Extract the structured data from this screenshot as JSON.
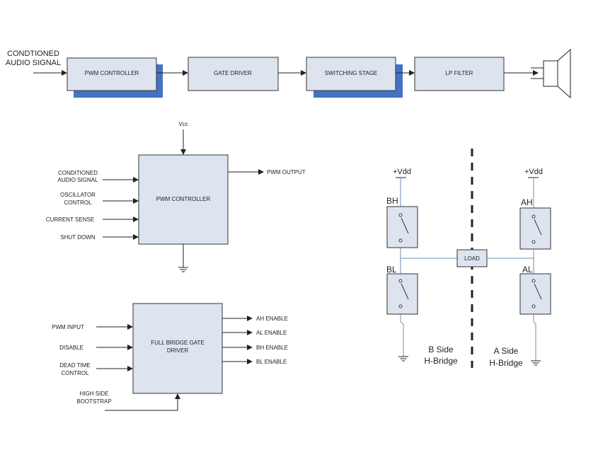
{
  "colors": {
    "block_fill": "#dde4f0",
    "block_stroke": "#333333",
    "shadow": "#4472c4",
    "line": "#222222",
    "wire": "#6f8fb0"
  },
  "signal_chain": {
    "input_label_line1": "CONDTIONED",
    "input_label_line2": "AUDIO SIGNAL",
    "blocks": [
      "PWM CONTROLLER",
      "GATE DRIVER",
      "SWITCHING STAGE",
      "LP FILTER"
    ],
    "output_icon": "speaker-icon"
  },
  "pwm_controller": {
    "title": "PWM CONTROLLER",
    "supply": "Vcc",
    "inputs": [
      [
        "CONDITIONED",
        "AUDIO SIGNAL"
      ],
      [
        "OSCILLATOR",
        "CONTROL"
      ],
      [
        "CURRENT SENSE"
      ],
      [
        "SHUT DOWN"
      ]
    ],
    "output": "PWM OUTPUT",
    "ground_icon": "ground-icon"
  },
  "gate_driver": {
    "title_line1": "FULL BRIDGE GATE",
    "title_line2": "DRIVER",
    "inputs": [
      [
        "PWM INPUT"
      ],
      [
        "DISABLE"
      ],
      [
        "DEAD TIME",
        "CONTROL"
      ]
    ],
    "bootstrap_line1": "HIGH SIDE",
    "bootstrap_line2": "BOOTSTRAP",
    "outputs": [
      "AH ENABLE",
      "AL ENABLE",
      "BH ENABLE",
      "BL ENABLE"
    ]
  },
  "h_bridge": {
    "supply_b": "+Vdd",
    "supply_a": "+Vdd",
    "switch_bh": "BH",
    "switch_bl": "BL",
    "switch_ah": "AH",
    "switch_al": "AL",
    "load": "LOAD",
    "b_side_line1": "B Side",
    "b_side_line2": "H-Bridge",
    "a_side_line1": "A Side",
    "a_side_line2": "H-Bridge"
  }
}
